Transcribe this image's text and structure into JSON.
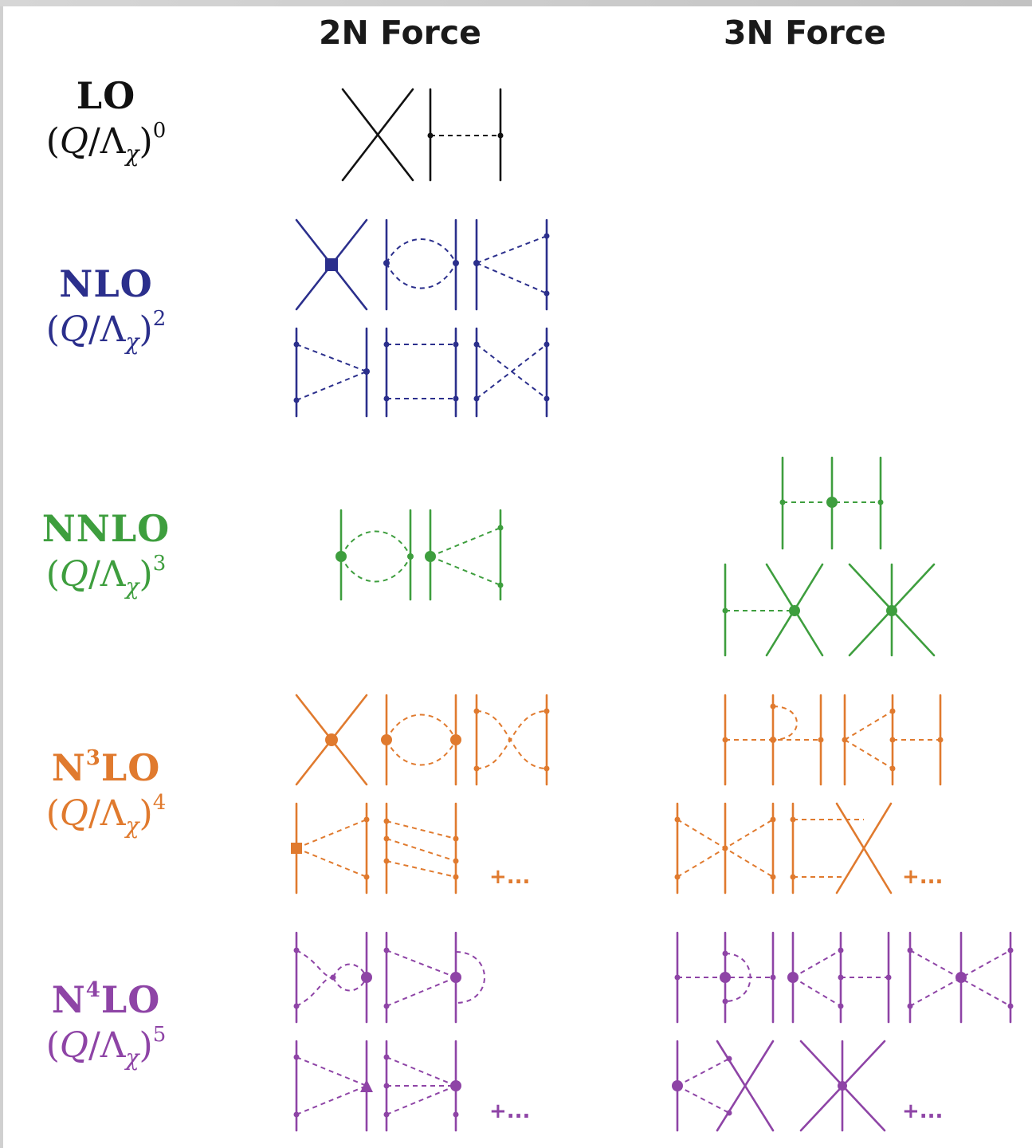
{
  "columns": {
    "two_nucleon": "2N Force",
    "three_nucleon": "3N Force"
  },
  "orders": [
    {
      "name": "LO",
      "power": "0",
      "color": "#111111"
    },
    {
      "name": "NLO",
      "power": "2",
      "color": "#2b2f8c"
    },
    {
      "name": "NNLO",
      "power": "3",
      "color": "#3e9e3e"
    },
    {
      "name": "N",
      "name_sup": "3",
      "name_tail": "LO",
      "power": "4",
      "color": "#e07a2e"
    },
    {
      "name": "N",
      "name_sup": "4",
      "name_tail": "LO",
      "power": "5",
      "color": "#8e44a6"
    }
  ],
  "scale": {
    "open": "(",
    "q": "Q",
    "slash": "/Λ",
    "chi": "χ",
    "close": ")"
  },
  "etc": "+..."
}
